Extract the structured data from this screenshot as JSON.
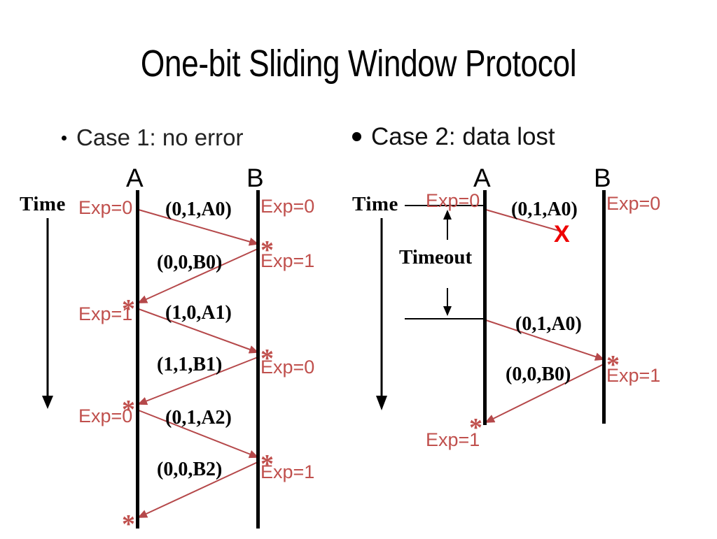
{
  "slide": {
    "title": "One-bit Sliding Window Protocol",
    "background_color": "#ffffff",
    "accent_red": "#c0504d",
    "error_red": "#ee0000",
    "line_color": "#000000"
  },
  "case1": {
    "heading": "Case 1: no error",
    "bullet": "bullet-small",
    "time_label": "Time",
    "node_a": "A",
    "node_b": "B",
    "packets": [
      {
        "label": "(0,1,A0)",
        "from": "A",
        "to": "B"
      },
      {
        "label": "(0,0,B0)",
        "from": "B",
        "to": "A"
      },
      {
        "label": "(1,0,A1)",
        "from": "A",
        "to": "B"
      },
      {
        "label": "(1,1,B1)",
        "from": "B",
        "to": "A"
      },
      {
        "label": "(0,1,A2)",
        "from": "A",
        "to": "B"
      },
      {
        "label": "(0,0,B2)",
        "from": "B",
        "to": "A"
      }
    ],
    "a_states": [
      {
        "label": "Exp=0",
        "asterisk": false
      },
      {
        "label": "Exp=1",
        "asterisk": true
      },
      {
        "label": "Exp=0",
        "asterisk": true
      },
      {
        "label": "",
        "asterisk": true
      }
    ],
    "b_states": [
      {
        "label": "Exp=0",
        "asterisk": false
      },
      {
        "label": "Exp=1",
        "asterisk": true
      },
      {
        "label": "Exp=0",
        "asterisk": true
      },
      {
        "label": "Exp=1",
        "asterisk": true
      }
    ]
  },
  "case2": {
    "heading": "Case 2: data lost",
    "bullet": "bullet-large",
    "time_label": "Time",
    "timeout_label": "Timeout",
    "node_a": "A",
    "node_b": "B",
    "lost_marker": "X",
    "packets": [
      {
        "label": "(0,1,A0)",
        "from": "A",
        "to": "lost"
      },
      {
        "label": "(0,1,A0)",
        "from": "A",
        "to": "B"
      },
      {
        "label": "(0,0,B0)",
        "from": "B",
        "to": "A"
      }
    ],
    "a_states": [
      {
        "label": "Exp=0",
        "asterisk": false
      },
      {
        "label": "Exp=1",
        "asterisk": true
      }
    ],
    "b_states": [
      {
        "label": "Exp=0",
        "asterisk": false
      },
      {
        "label": "Exp=1",
        "asterisk": true
      }
    ]
  }
}
